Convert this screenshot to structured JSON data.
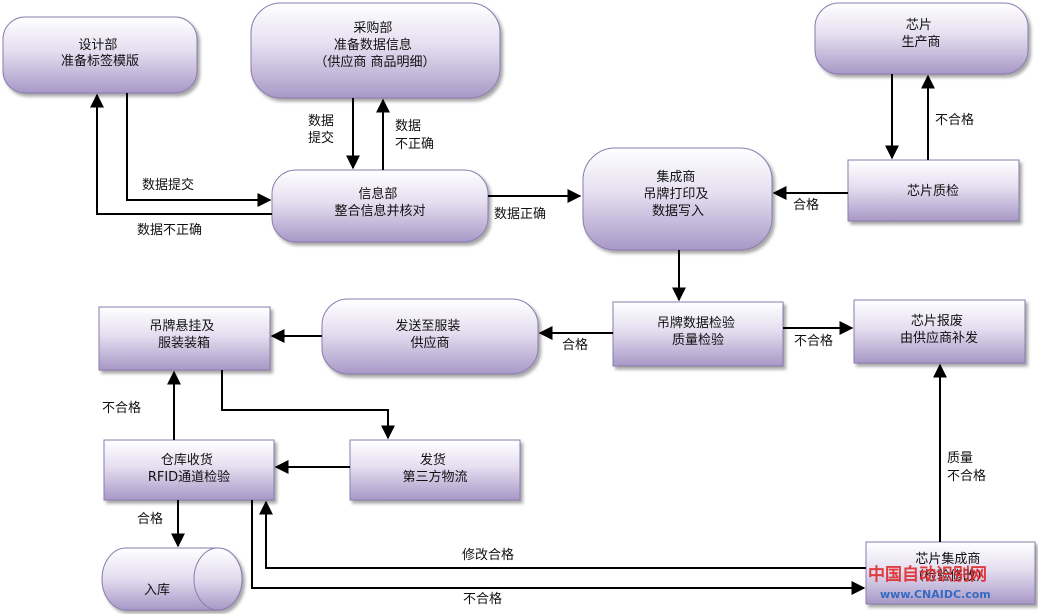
{
  "nodes": {
    "design": [
      "设计部",
      "准备标签模版"
    ],
    "purchase": [
      "采购部",
      "准备数据信息",
      "（供应商 商品明细）"
    ],
    "chipmaker": [
      "芯片",
      "生产商"
    ],
    "info": [
      "信息部",
      "整合信息并核对"
    ],
    "integrator": [
      "集成商",
      "吊牌打印及",
      "数据写入"
    ],
    "chipqc": [
      "芯片质检"
    ],
    "ship_garment": [
      "发送至服装",
      "供应商"
    ],
    "tag_check": [
      "吊牌数据检验",
      "质量检验"
    ],
    "chip_scrap": [
      "芯片报废",
      "由供应商补发"
    ],
    "hang_pack": [
      "吊牌悬挂及",
      "服装装箱"
    ],
    "ship3pl": [
      "发货",
      "第三方物流"
    ],
    "warehouse": [
      "仓库收货",
      "RFID通道检验"
    ],
    "store": [
      "入库"
    ],
    "chip_integrator": [
      "芯片集成商",
      "（检验修改）"
    ]
  },
  "edges": {
    "data_submit_v": [
      "数据",
      "提交"
    ],
    "data_incorrect_v": [
      "数据",
      "不正确"
    ],
    "data_submit_h": "数据提交",
    "data_incorrect_h": "数据不正确",
    "data_correct": "数据正确",
    "pass_chip": "合格",
    "fail_chip": "不合格",
    "pass_tag": "合格",
    "fail_tag": "不合格",
    "fail_warehouse": "不合格",
    "pass_warehouse": "合格",
    "quality_fail": [
      "质量",
      "不合格"
    ],
    "modify_pass": "修改合格",
    "fail_bottom": "不合格"
  },
  "watermark": {
    "cn": "中国自动识别网",
    "url": "www.CNAIDC.com"
  },
  "colors": {
    "node_fill_light": "#ffffff",
    "node_fill_dark": "#a596c4",
    "node_border": "#7e6fa3",
    "arrow": "#000000",
    "watermark_red": "#e02020",
    "watermark_blue": "#1f5fc0"
  }
}
